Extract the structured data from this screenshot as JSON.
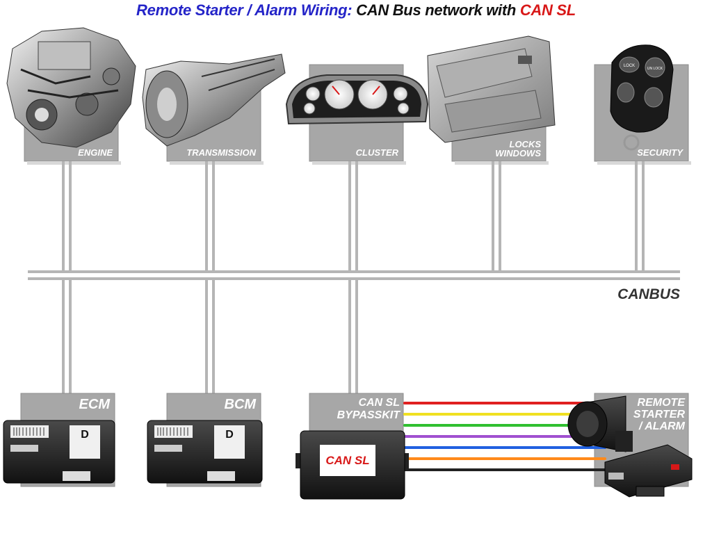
{
  "title": {
    "part1": "Remote Starter / Alarm Wiring:",
    "part2": "CAN Bus network with",
    "part3": "CAN SL"
  },
  "bus_label": "CANBUS",
  "top_modules": {
    "engine": "ENGINE",
    "transmission": "TRANSMISSION",
    "cluster": "CLUSTER",
    "locks_line1": "LOCKS",
    "locks_line2": "WINDOWS",
    "security": "SECURITY"
  },
  "bottom_modules": {
    "ecm": "ECM",
    "bcm": "BCM",
    "bypass_line1": "CAN SL",
    "bypass_line2": "BYPASSKIT",
    "remote_line1": "REMOTE",
    "remote_line2": "STARTER",
    "remote_line3": "/ ALARM",
    "ecm_box_letter": "D",
    "bcm_box_letter": "D",
    "bypass_badge": "CAN SL"
  },
  "keyfob_buttons": [
    "LOCK",
    "UN LOCK"
  ],
  "wire_colors": [
    "#e02020",
    "#f0e020",
    "#30c030",
    "#a050d0",
    "#2060e0",
    "#ff8a1a",
    "#222222"
  ],
  "colors": {
    "title_blue": "#2424c8",
    "title_red": "#d81818",
    "plate": "#a7a7a7",
    "bus": "#bcbcbc"
  }
}
